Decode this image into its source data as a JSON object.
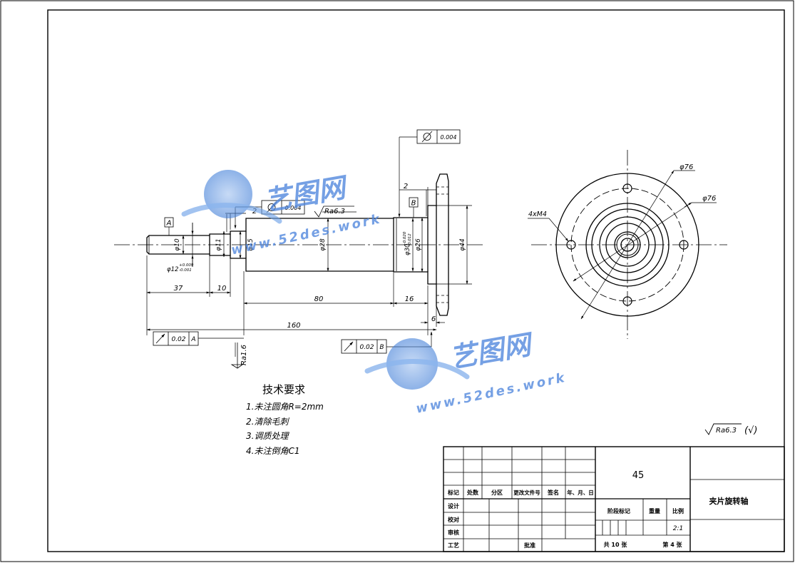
{
  "watermark": {
    "logo_text": "艺图网",
    "url_text": "www.52des.work"
  },
  "front_view": {
    "dims": {
      "d10": "φ10",
      "d11": "φ11",
      "d12": "φ12",
      "d12_tol_upper": "+0.009",
      "d12_tol_lower": "-0.001",
      "d15": "φ15",
      "d28": "φ28",
      "d30": "φ30",
      "d30_tol_upper": "+0.020",
      "d30_tol_lower": "-0.012",
      "d26": "φ26",
      "d44": "φ44",
      "len37": "37",
      "len10": "10",
      "len80": "80",
      "len16": "16",
      "len160": "160",
      "len6": "6",
      "len2a": "2",
      "len2b": "2"
    },
    "datums": {
      "a": "A",
      "b": "B"
    },
    "tolerances": {
      "circ_top": "0.004",
      "circ_shaft": "0.004",
      "runout_a": "0.02",
      "runout_a_ref": "A",
      "runout_b": "0.02",
      "runout_b_ref": "B"
    },
    "roughness": {
      "ra63": "Ra6.3",
      "ra16": "Ra1.6"
    }
  },
  "side_view": {
    "dia1": "φ76",
    "dia2": "φ76",
    "holes": "4xM4"
  },
  "tech_requirements": {
    "title": "技术要求",
    "items": [
      "1.未注圆角R=2mm",
      "2.清除毛刺",
      "3.调质处理",
      "4.未注倒角C1"
    ]
  },
  "general_roughness": {
    "value": "Ra6.3",
    "suffix": "(√)"
  },
  "title_block": {
    "material": "45",
    "part_name": "夹片旋转轴",
    "rev_headers": [
      "标记",
      "处数",
      "分区",
      "更改文件号",
      "签名",
      "年、月、日"
    ],
    "roles": [
      "设计",
      "校对",
      "审核",
      "工艺"
    ],
    "approve": "批准",
    "stage_label": "阶段标记",
    "weight_label": "重量",
    "scale_label": "比例",
    "scale_value": "2:1",
    "total_sheets": "共 10 张",
    "sheet_no": "第 4 张"
  }
}
